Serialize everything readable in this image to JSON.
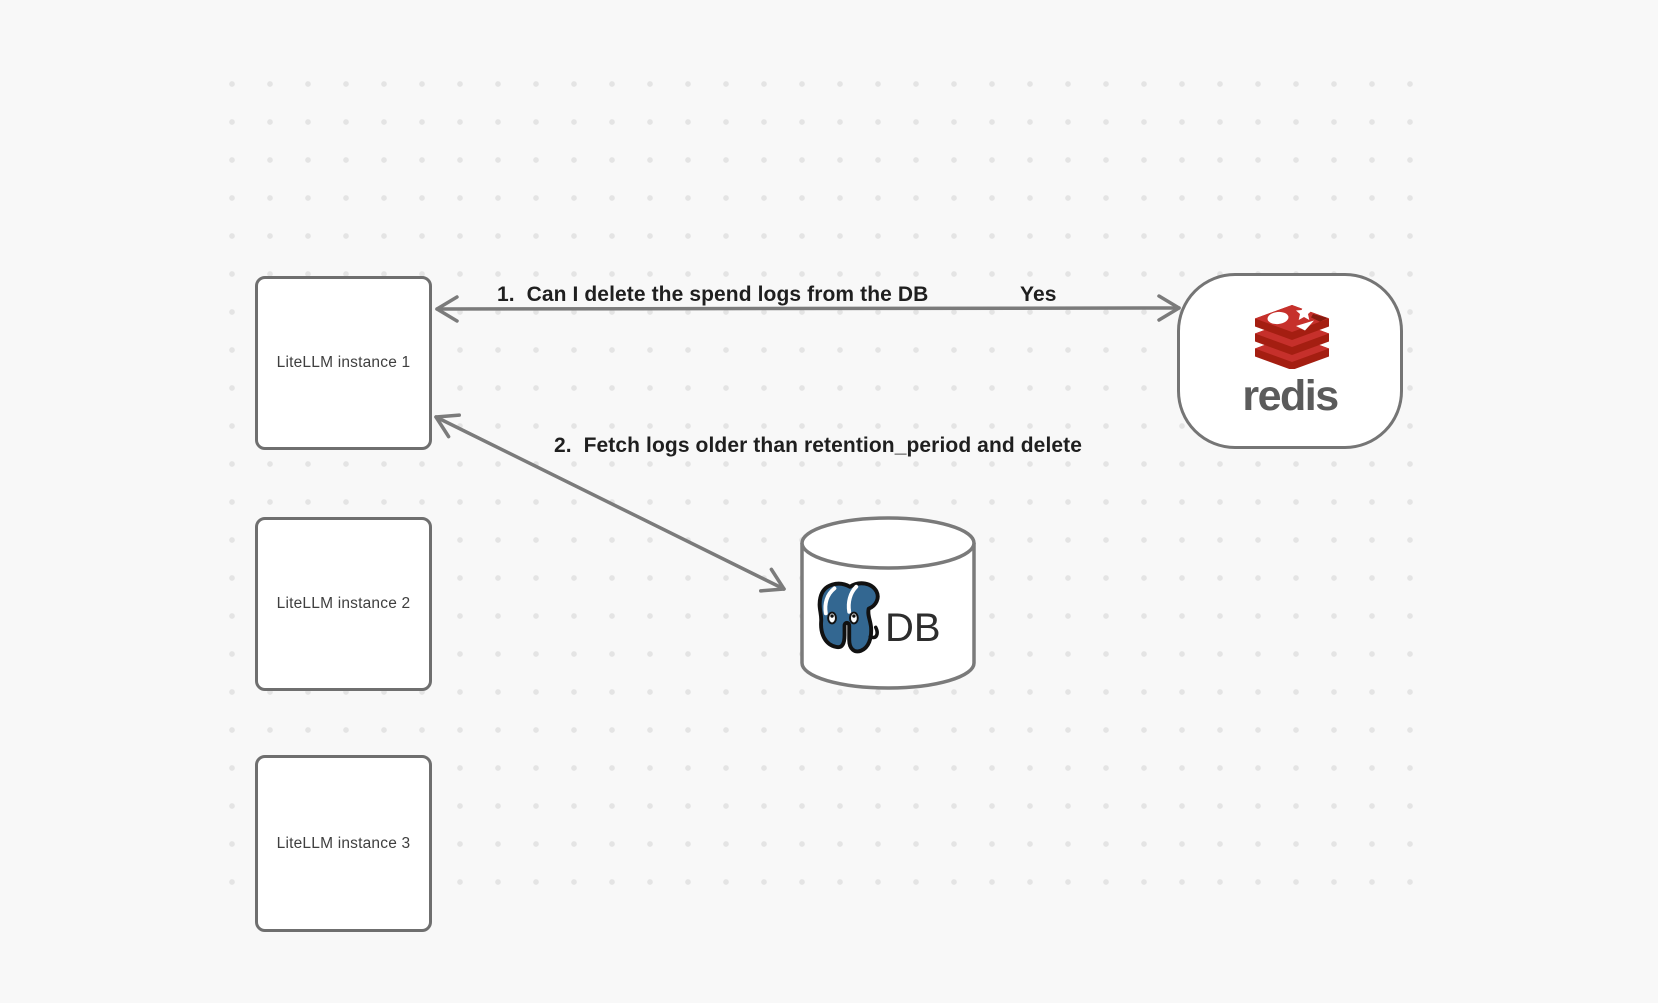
{
  "canvas": {
    "background_color": "#f8f8f8",
    "dot_color": "#e4e4e4"
  },
  "nodes": {
    "instances": [
      {
        "label": "LiteLLM instance 1"
      },
      {
        "label": "LiteLLM instance 2"
      },
      {
        "label": "LiteLLM instance 3"
      }
    ],
    "redis": {
      "label": "redis",
      "icon": "redis-stack-icon",
      "colors": {
        "slab_red": "#c6302b",
        "slab_dark_red": "#a41e11",
        "notch_red": "#871a0e",
        "wordmark_gray": "#5b5b5b"
      }
    },
    "db": {
      "label": "DB",
      "icon": "postgresql-elephant-icon",
      "colors": {
        "elephant_blue": "#336791",
        "outline_black": "#111111"
      }
    }
  },
  "arrows": [
    {
      "id": "instance1-redis",
      "direction": "bidirectional",
      "label": "1.  Can I delete the spend logs from the DB",
      "response": "Yes"
    },
    {
      "id": "instance1-db",
      "direction": "bidirectional",
      "label": "2.  Fetch logs older than retention_period and delete"
    }
  ],
  "style": {
    "node_border_gray": "#6f6f6f",
    "arrow_gray": "#7b7b7b",
    "label_color": "#1f1f1f"
  }
}
